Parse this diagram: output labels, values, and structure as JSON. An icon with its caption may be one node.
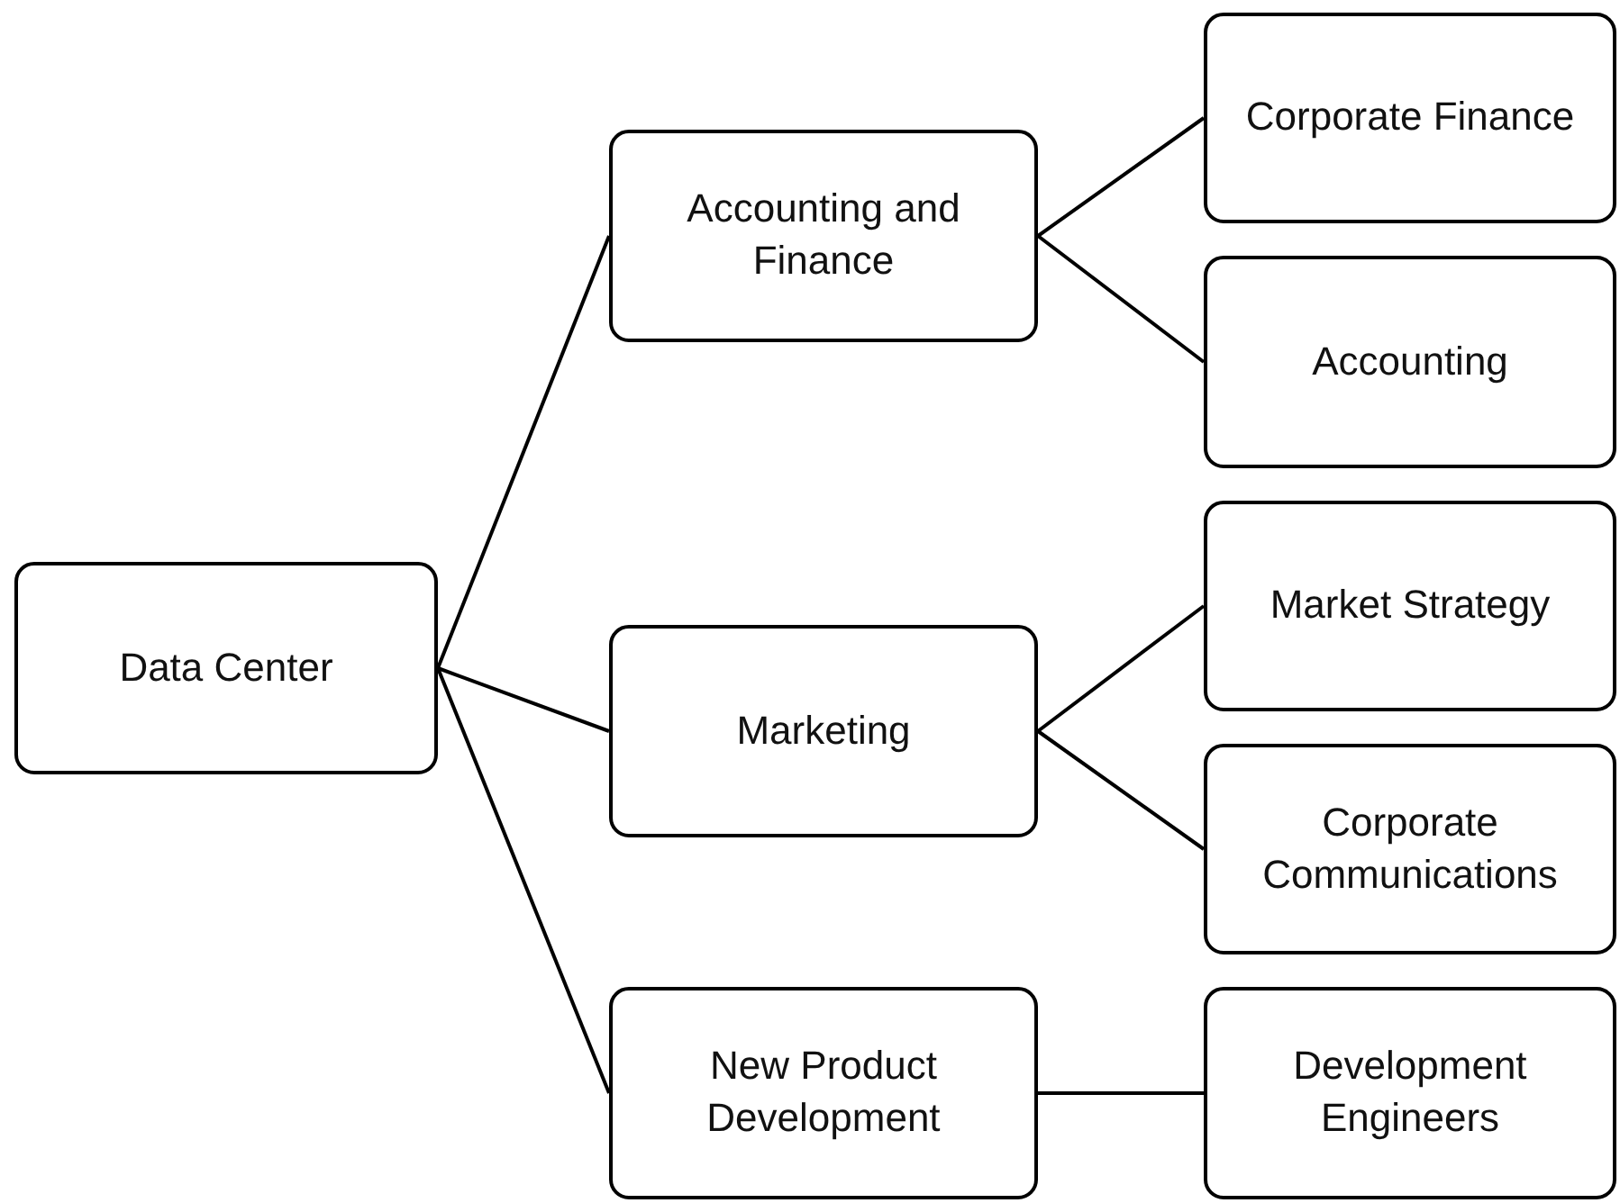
{
  "diagram": {
    "nodes": [
      {
        "text": [
          "Data Center"
        ]
      },
      {
        "text": [
          "Accounting and Finance"
        ]
      },
      {
        "text": [
          "Corporate Finance"
        ]
      },
      {
        "text": [
          "Accounting"
        ]
      },
      {
        "text": [
          "Marketing"
        ]
      },
      {
        "text": [
          "Market Strategy"
        ]
      },
      {
        "text": [
          "Corporate Communications"
        ]
      },
      {
        "text": [
          "New Product Development"
        ]
      },
      {
        "text": [
          "Development Engineers"
        ]
      }
    ],
    "edges": [
      {
        "from": 0,
        "to": 1,
        "arrow": "none"
      },
      {
        "from": 0,
        "to": 4,
        "arrow": "none"
      },
      {
        "from": 0,
        "to": 7,
        "arrow": "none"
      },
      {
        "from": 1,
        "to": 2,
        "arrow": "none"
      },
      {
        "from": 1,
        "to": 3,
        "arrow": "none"
      },
      {
        "from": 4,
        "to": 5,
        "arrow": "none"
      },
      {
        "from": 4,
        "to": 6,
        "arrow": "none"
      },
      {
        "from": 7,
        "to": 8,
        "arrow": "none"
      }
    ]
  }
}
